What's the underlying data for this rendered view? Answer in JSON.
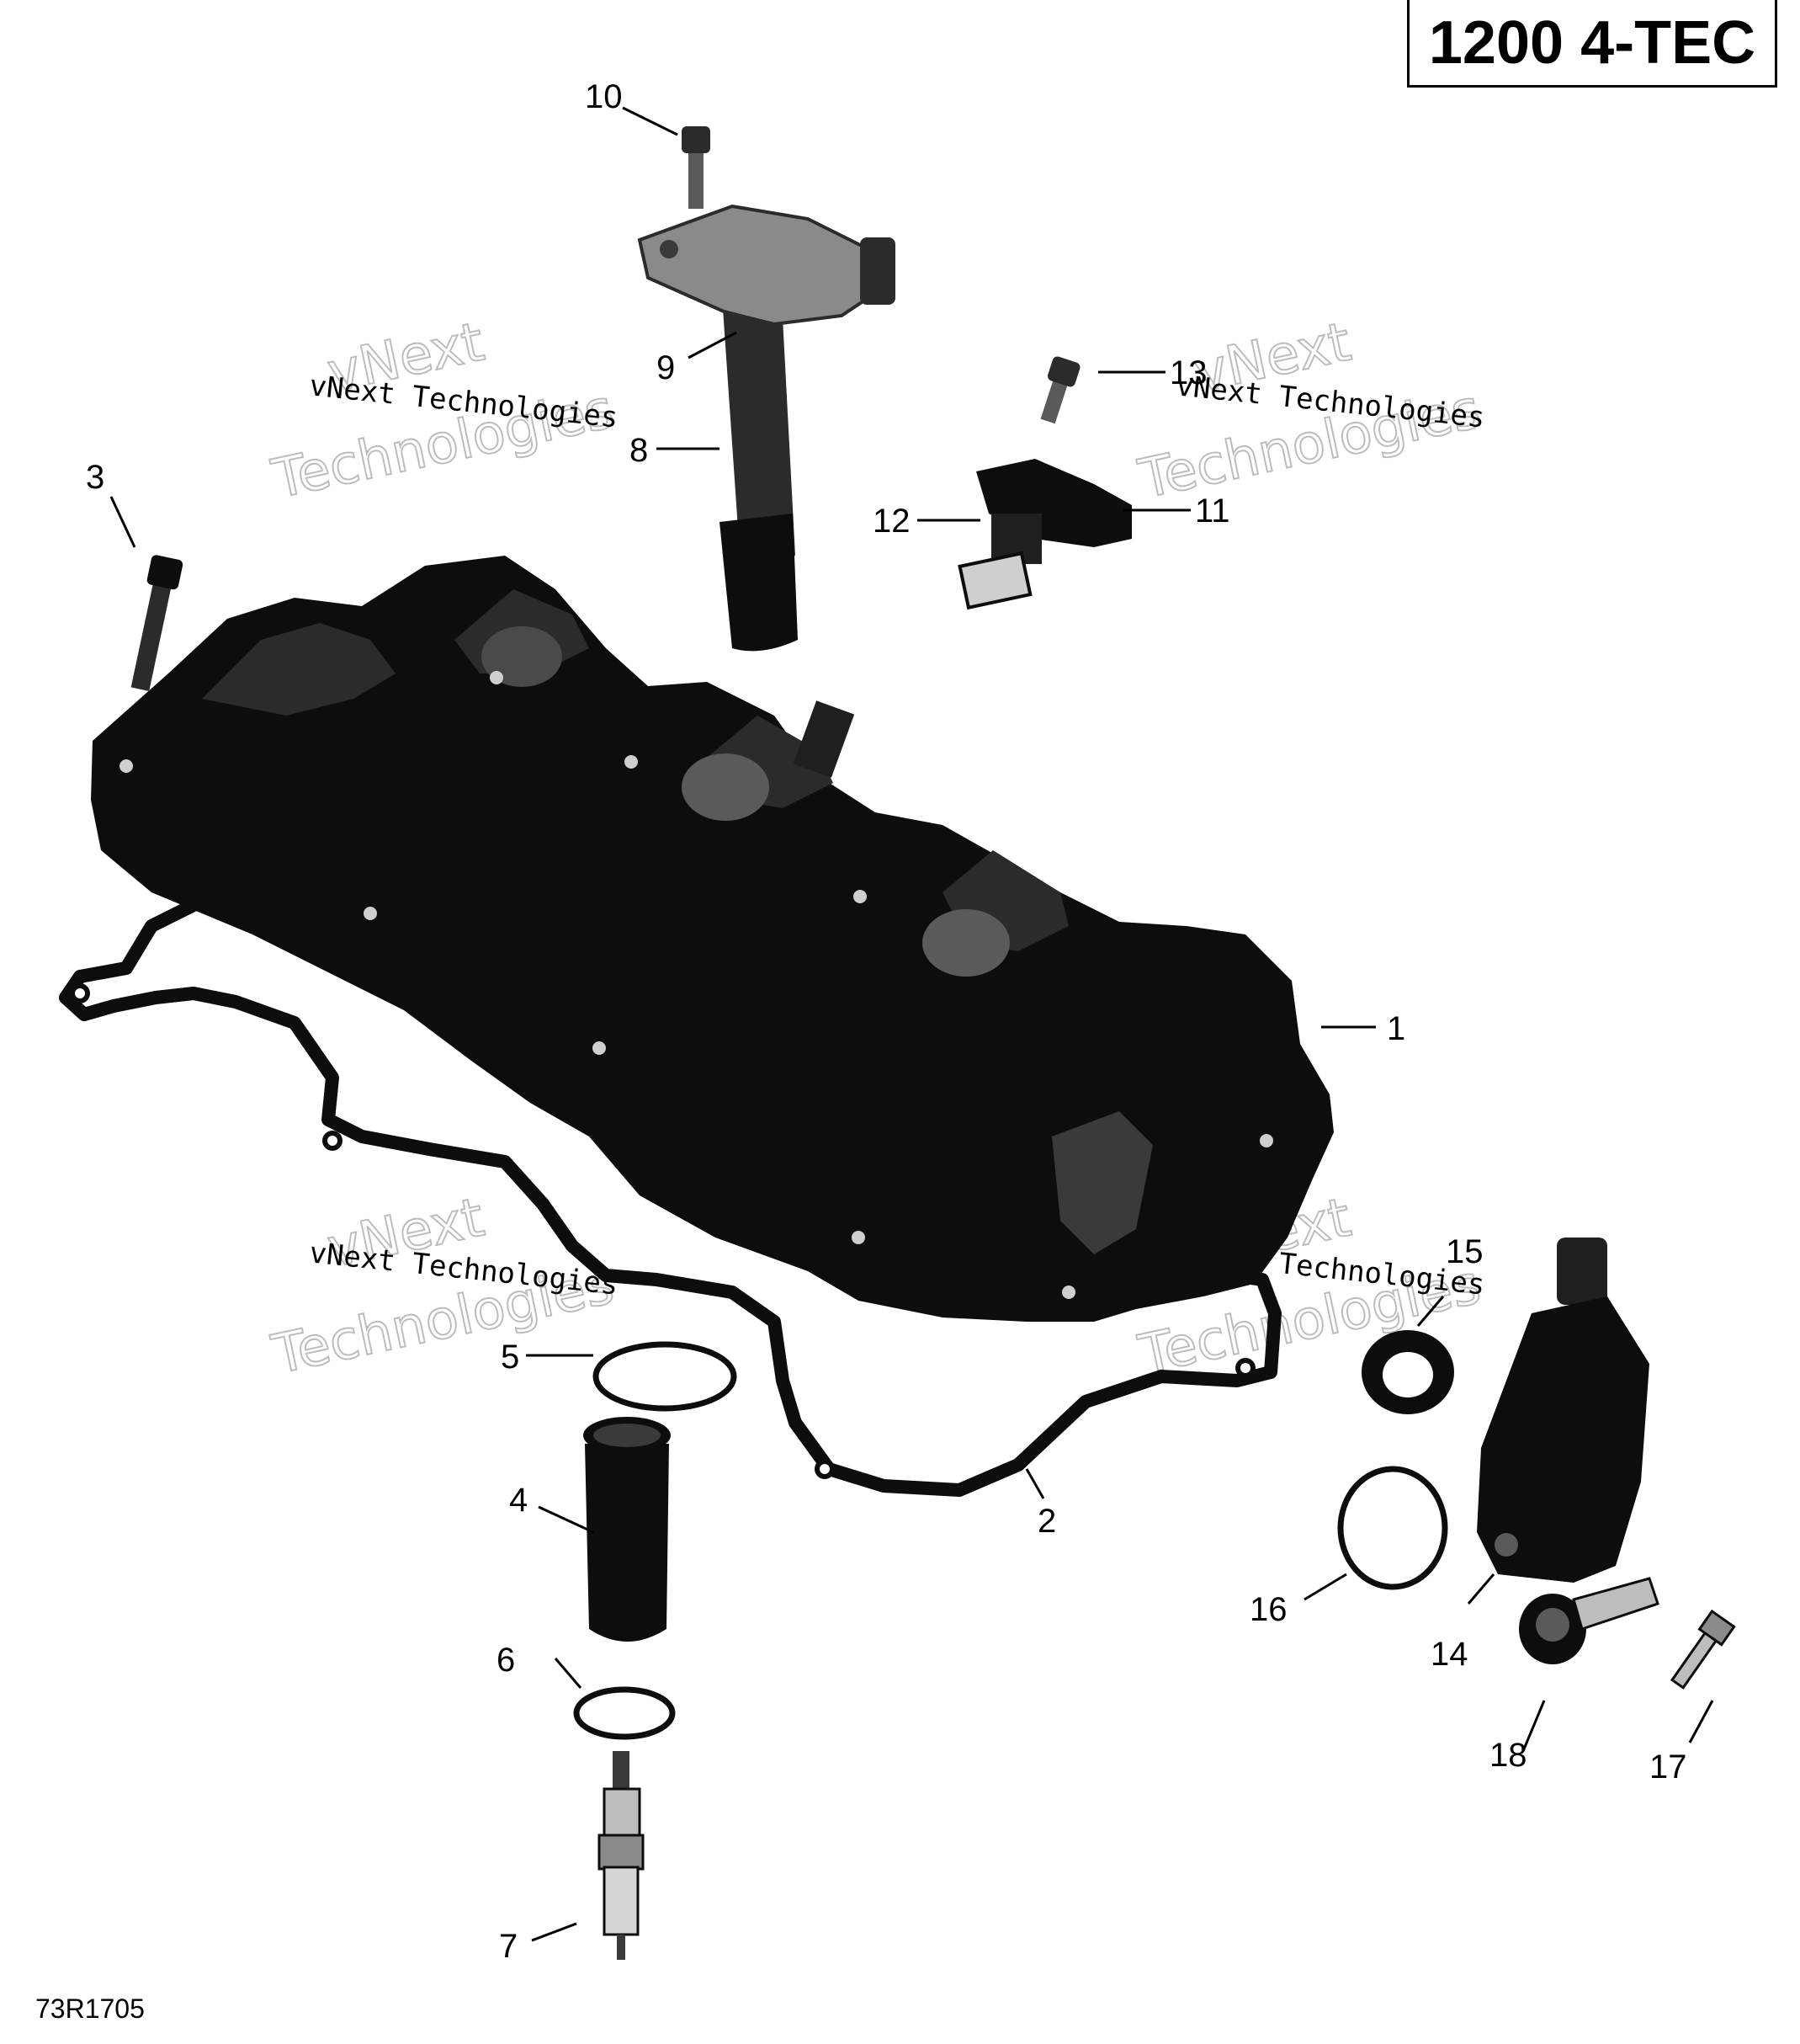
{
  "title": "1200 4-TEC",
  "doc_code": "73R1705",
  "watermark": {
    "line1": "vNext",
    "line2": "Technologies",
    "small": "vNext Technologies"
  },
  "callouts": [
    "1",
    "2",
    "3",
    "4",
    "5",
    "6",
    "7",
    "8",
    "9",
    "10",
    "11",
    "12",
    "13",
    "14",
    "15",
    "16",
    "17",
    "18"
  ],
  "colors": {
    "part": "#0d0d0d",
    "line": "#000000",
    "watermark": "#bdbdbd",
    "highlight": "#5a5a5a"
  }
}
